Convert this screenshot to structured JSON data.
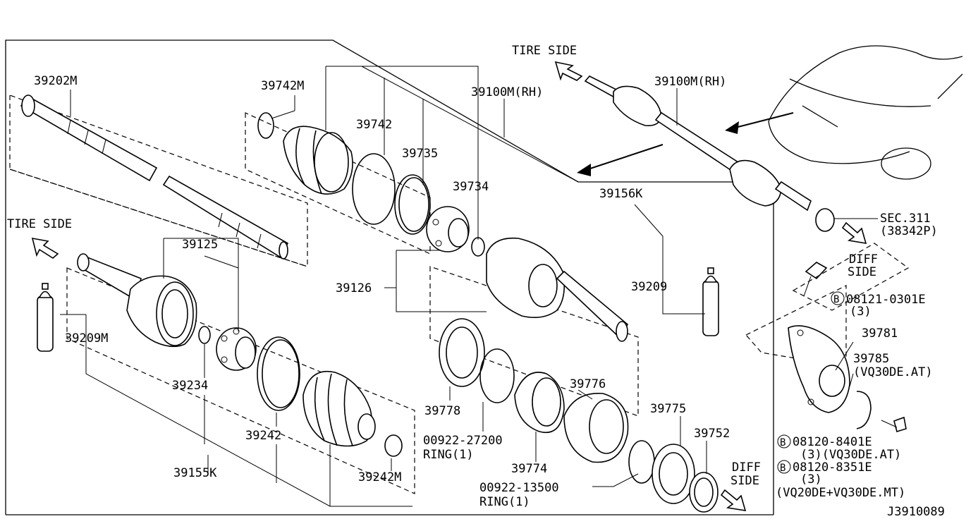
{
  "diagram_code": "J3910089",
  "callouts": [
    {
      "id": "39202M",
      "text": "39202M"
    },
    {
      "id": "39742M",
      "text": "39742M"
    },
    {
      "id": "39742",
      "text": "39742"
    },
    {
      "id": "39735",
      "text": "39735"
    },
    {
      "id": "39734",
      "text": "39734"
    },
    {
      "id": "39100M-RH-a",
      "text": "39100M(RH)"
    },
    {
      "id": "39100M-RH-b",
      "text": "39100M(RH)"
    },
    {
      "id": "39156K",
      "text": "39156K"
    },
    {
      "id": "39125",
      "text": "39125"
    },
    {
      "id": "39126",
      "text": "39126"
    },
    {
      "id": "39209M",
      "text": "39209M"
    },
    {
      "id": "39234",
      "text": "39234"
    },
    {
      "id": "39242",
      "text": "39242"
    },
    {
      "id": "39155K",
      "text": "39155K"
    },
    {
      "id": "39242M",
      "text": "39242M"
    },
    {
      "id": "39778",
      "text": "39778"
    },
    {
      "id": "39776",
      "text": "39776"
    },
    {
      "id": "39774",
      "text": "39774"
    },
    {
      "id": "39775",
      "text": "39775"
    },
    {
      "id": "39752",
      "text": "39752"
    },
    {
      "id": "39209",
      "text": "39209"
    },
    {
      "id": "39781",
      "text": "39781"
    },
    {
      "id": "39785",
      "text": "39785"
    },
    {
      "id": "vq30de-at-1",
      "text": "(VQ30DE.AT)"
    },
    {
      "id": "00922-27200",
      "text": "00922-27200"
    },
    {
      "id": "ring1-a",
      "text": "RING(1)"
    },
    {
      "id": "00922-13500",
      "text": "00922-13500"
    },
    {
      "id": "ring1-b",
      "text": "RING(1)"
    },
    {
      "id": "sec311",
      "text": "SEC.311"
    },
    {
      "id": "38342P",
      "text": "(38342P)"
    },
    {
      "id": "08121-0301E",
      "text": "08121-0301E"
    },
    {
      "id": "qty3-a",
      "text": "(3)"
    },
    {
      "id": "08120-8401E",
      "text": "08120-8401E"
    },
    {
      "id": "qty3-vq30de-at",
      "text": "(3)(VQ30DE.AT)"
    },
    {
      "id": "08120-8351E",
      "text": "08120-8351E"
    },
    {
      "id": "qty3-b",
      "text": "(3)"
    },
    {
      "id": "vq20de-vq30de-mt",
      "text": "(VQ20DE+VQ30DE.MT)"
    }
  ],
  "bolt_marker": "B",
  "direction_labels": {
    "tire_side_top": "TIRE SIDE",
    "tire_side_left": "TIRE SIDE",
    "diff_side_right_1": "DIFF",
    "diff_side_right_2": "SIDE",
    "diff_side_bottom_1": "DIFF",
    "diff_side_bottom_2": "SIDE"
  }
}
